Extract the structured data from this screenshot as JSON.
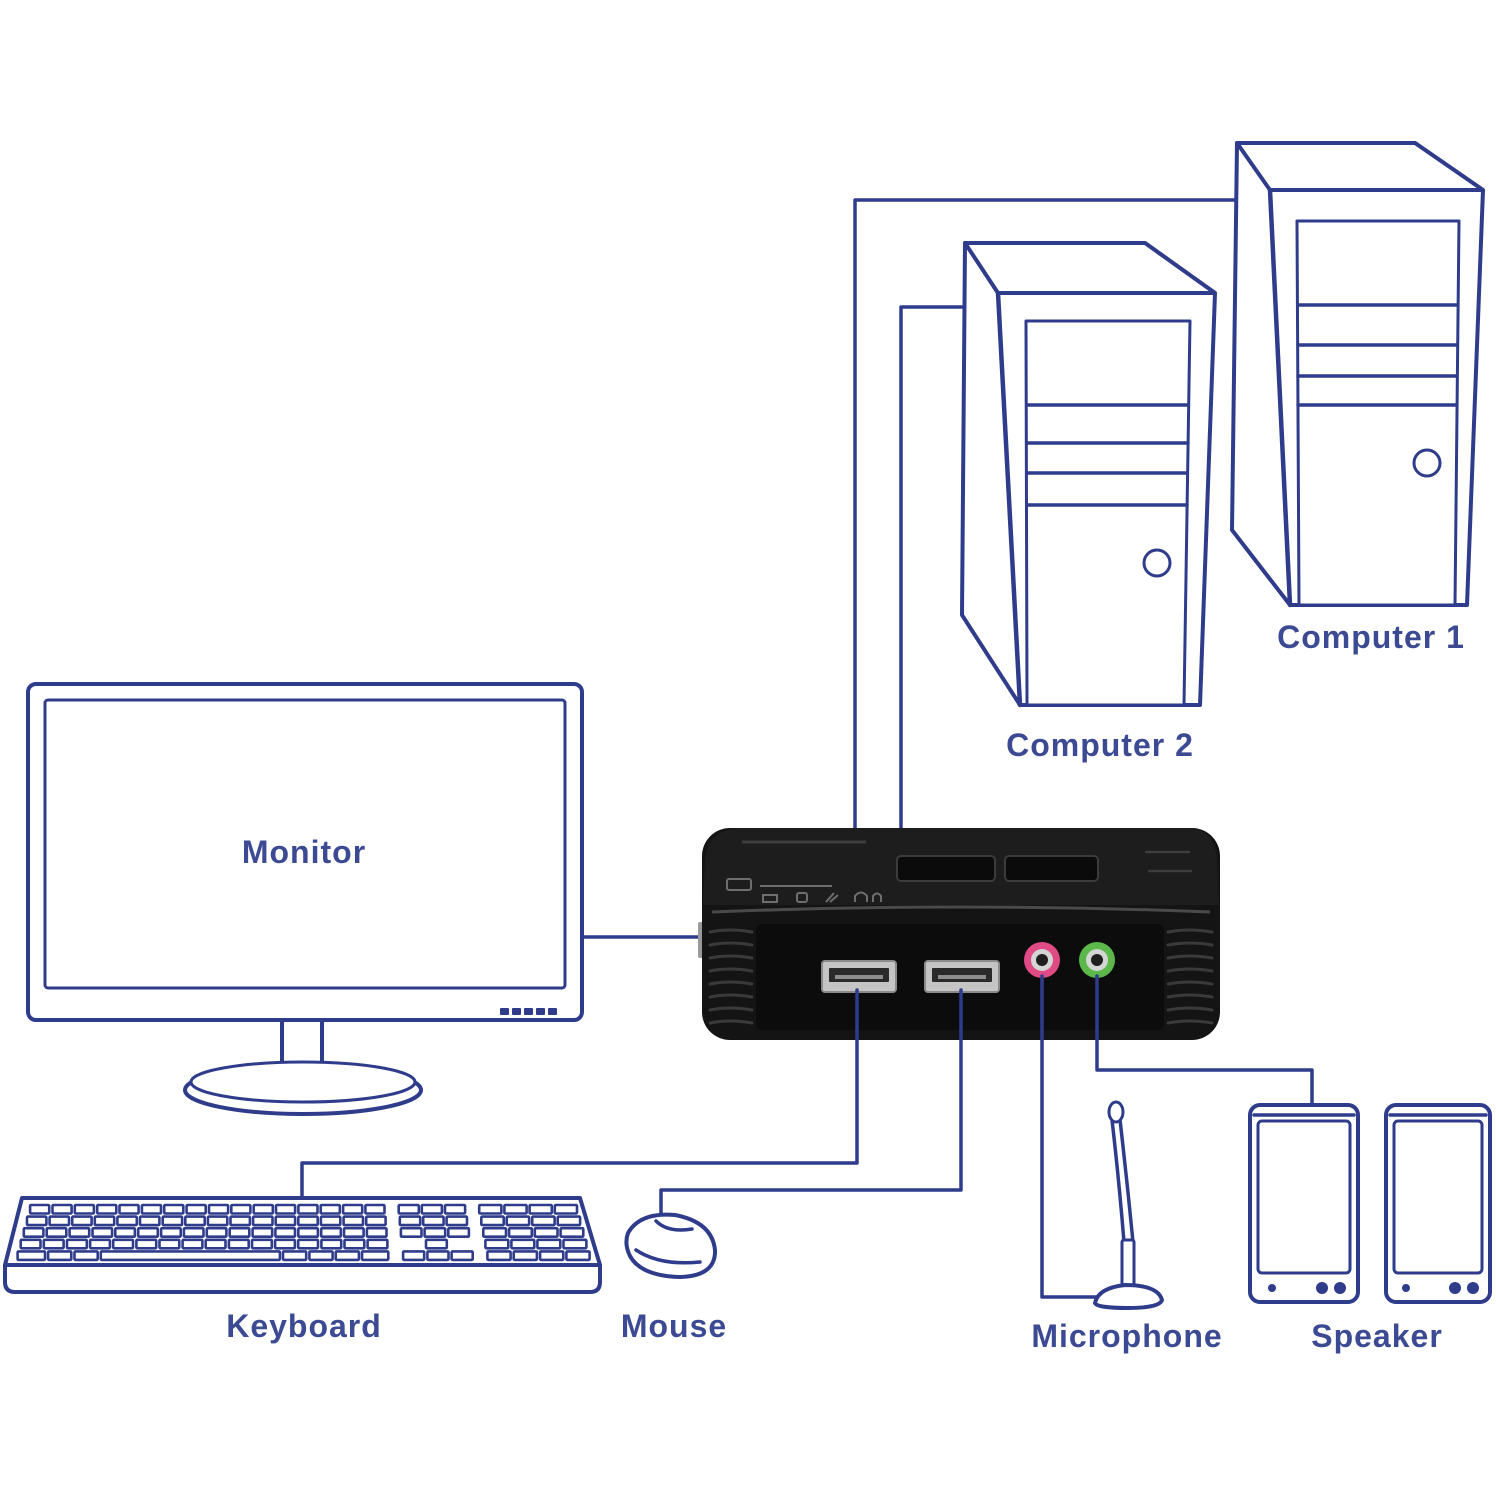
{
  "labels": {
    "computer_1": "Computer 1",
    "computer_2": "Computer 2",
    "monitor": "Monitor",
    "keyboard": "Keyboard",
    "mouse": "Mouse",
    "microphone": "Microphone",
    "speaker": "Speaker"
  },
  "colors": {
    "line": "#2f3c8c",
    "label": "#3b4a93",
    "background": "#ffffff",
    "switch_body": "#141414",
    "microphone_jack": "#e04b86",
    "speaker_jack": "#5cb84a",
    "usb_port": "#c4c4c4"
  }
}
